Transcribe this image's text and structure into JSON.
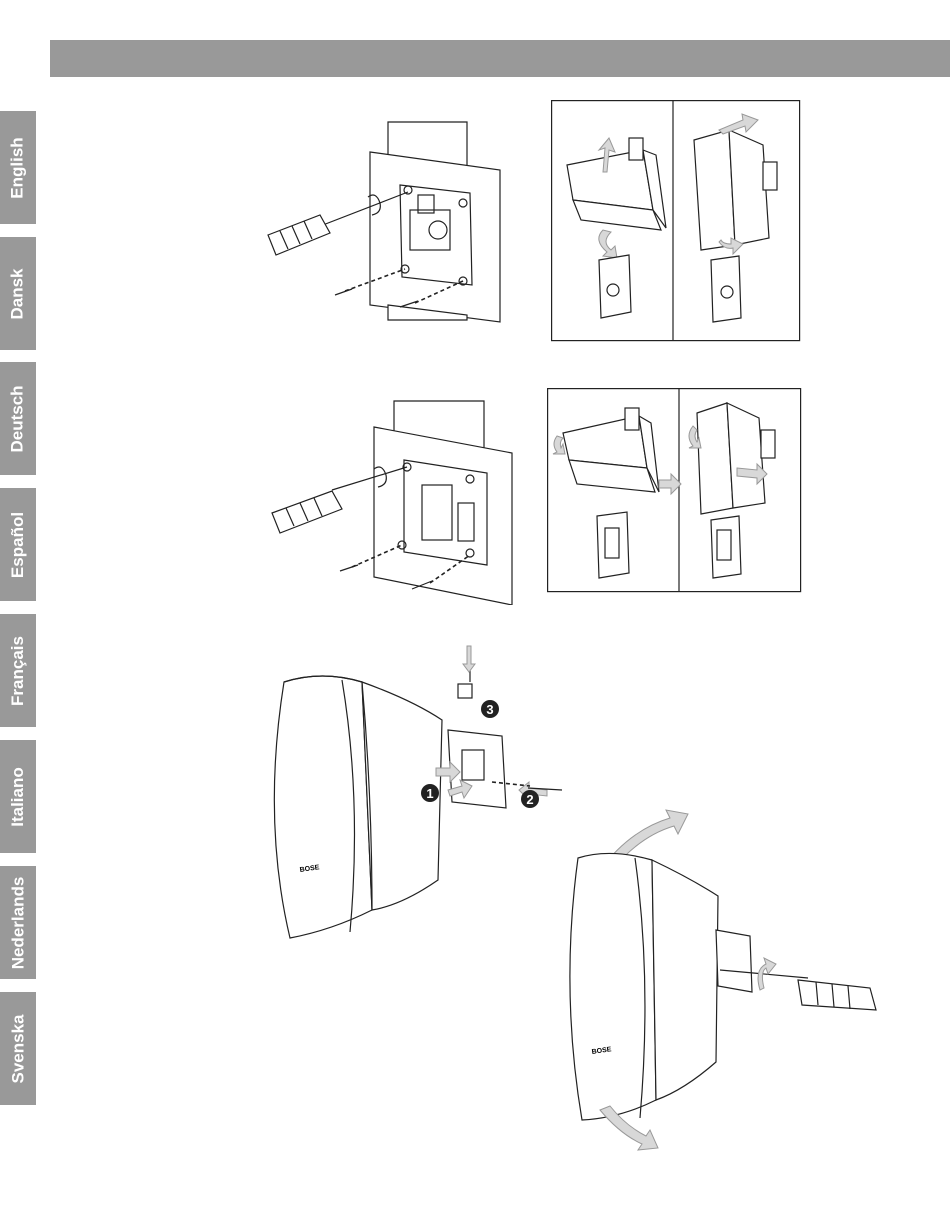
{
  "languages": [
    {
      "id": "english",
      "label": "English"
    },
    {
      "id": "dansk",
      "label": "Dansk"
    },
    {
      "id": "deutsch",
      "label": "Deutsch"
    },
    {
      "id": "espanol",
      "label": "Español"
    },
    {
      "id": "francais",
      "label": "Français"
    },
    {
      "id": "italiano",
      "label": "Italiano"
    },
    {
      "id": "nederlands",
      "label": "Nederlands"
    },
    {
      "id": "svenska",
      "label": "Svenska"
    }
  ],
  "steps": {
    "one": "1",
    "two": "2",
    "three": "3"
  },
  "brand": "BOSE",
  "colors": {
    "header_bar": "#999999",
    "tab": "#999999",
    "tab_text": "#ffffff",
    "line_art": "#222222",
    "arrow_fill": "#d8d8d8"
  }
}
